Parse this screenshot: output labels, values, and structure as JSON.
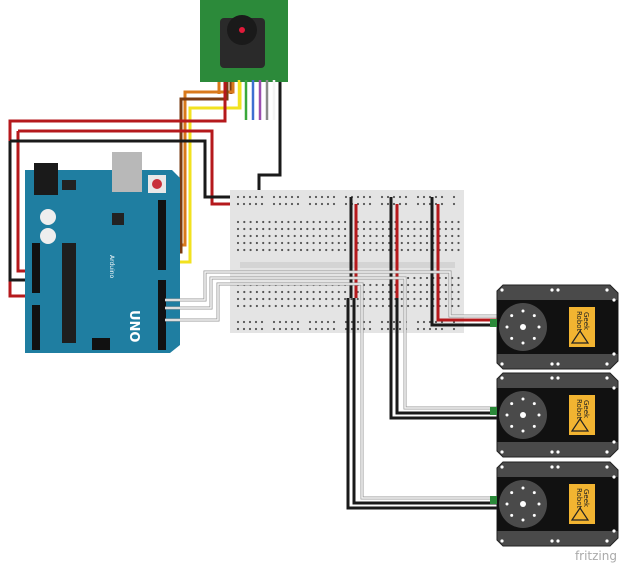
{
  "arduino": {
    "model": "UNO",
    "brand": "Arduino",
    "board_color": "#1f7ea1"
  },
  "camera": {
    "board_color": "#2c8a3a"
  },
  "breadboard": {
    "color": "#e4e4e4"
  },
  "servos": [
    {
      "label_line1": "Robot",
      "label_line2": "Geek"
    },
    {
      "label_line1": "Robot",
      "label_line2": "Geek"
    },
    {
      "label_line1": "Robot",
      "label_line2": "Geek"
    }
  ],
  "wire_colors": {
    "red": "#b5191c",
    "black": "#1a1a1a",
    "orange": "#d9791b",
    "brown": "#7a3b12",
    "yellow": "#f2e21f",
    "green": "#3aa83a",
    "blue": "#3c6fd1",
    "purple": "#9b4fb0",
    "gray": "#8a8a8a",
    "white": "#f4f4f4"
  },
  "watermark": "fritzing"
}
